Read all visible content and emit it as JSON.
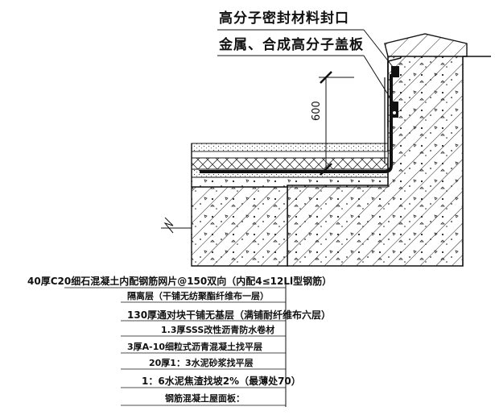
{
  "callouts": {
    "top": "高分子密封材料封口",
    "second": "金属、合成高分子盖板"
  },
  "dimension": "600",
  "layers": [
    "40厚C20细石混凝土内配钢筋网片@150双向（内配4≤12Ll型钢筋）",
    "隔离层（干铺无纺聚酯纤维布一层）",
    "130厚通对块干铺无基层（满铺耐纤维布六层）",
    "1.3厚SSS改性沥青防水卷材",
    "3厚A-10细粒式沥青混凝土找平层",
    "20厚1：3水泥砂浆找平层",
    "1：6水泥焦渣找坡2%（最薄处70）",
    "钢筋混凝土屋面板："
  ],
  "colors": {
    "line": "#111111",
    "paper": "#ffffff",
    "fill": "#f4f4f4"
  }
}
